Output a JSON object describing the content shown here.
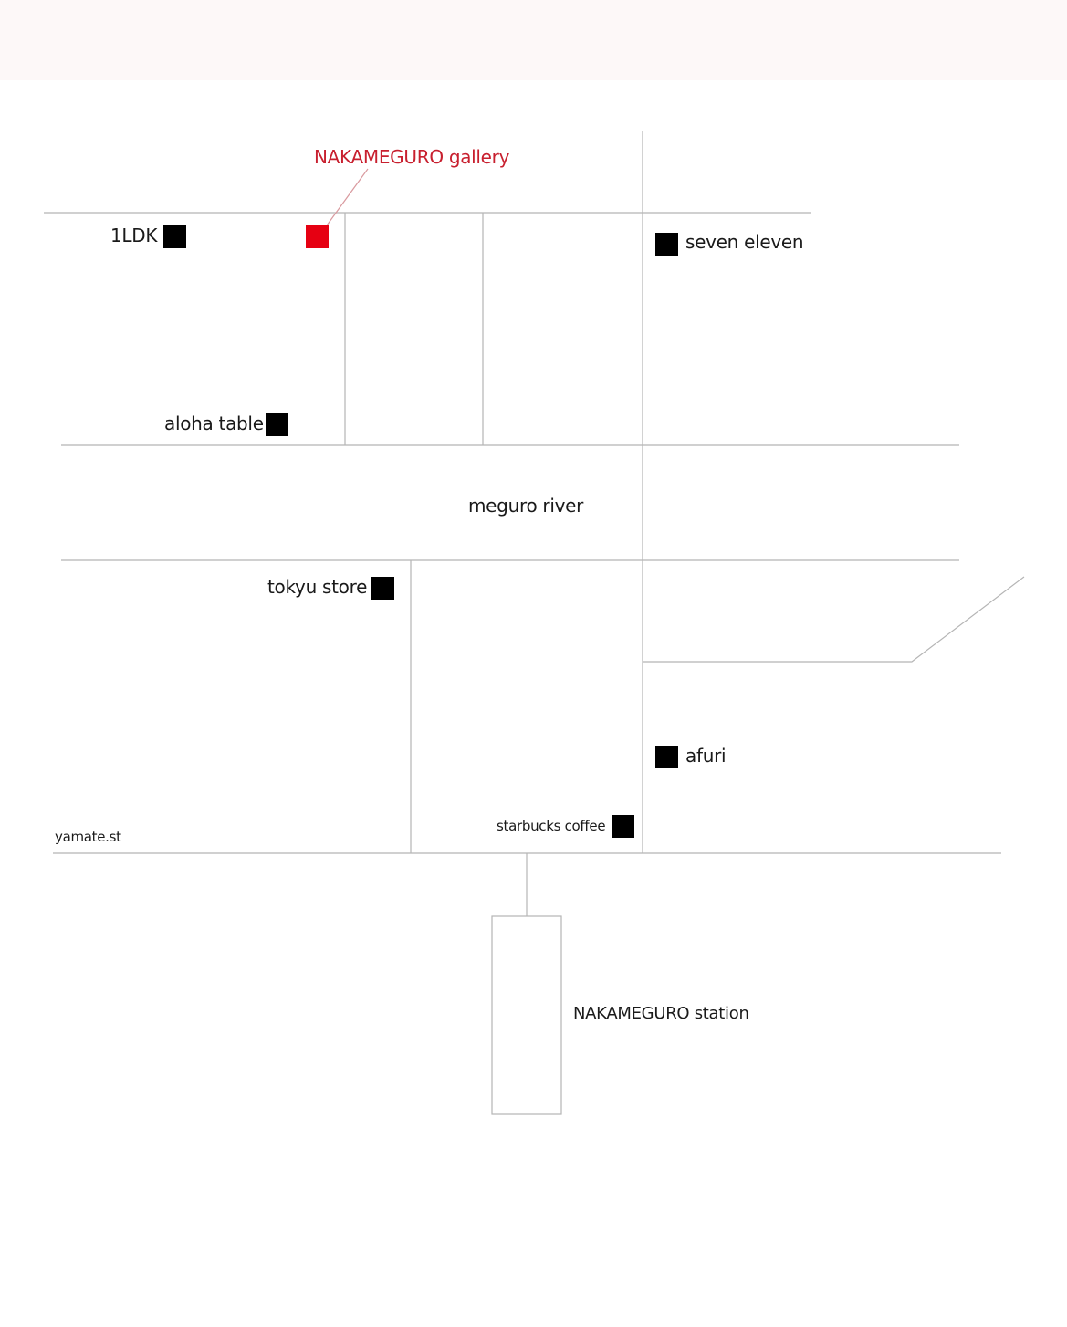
{
  "colors": {
    "road": "#b5b5b5",
    "marker": "#000000",
    "highlight": "#e60012",
    "highlight_text": "#c8202f",
    "text": "#1a1a1a",
    "background": "#ffffff"
  },
  "map": {
    "highlight": {
      "label": "NAKAMEGURO gallery"
    },
    "places": {
      "ldk": "1LDK",
      "aloha": "aloha table",
      "seven": "seven eleven",
      "tokyu": "tokyu store",
      "afuri": "afuri",
      "starbucks": "starbucks coffee"
    },
    "features": {
      "river": "meguro river",
      "street": "yamate.st",
      "station": "NAKAMEGURO station"
    }
  }
}
